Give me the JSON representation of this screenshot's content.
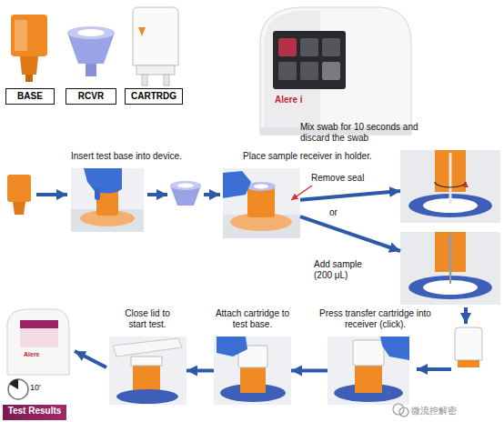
{
  "diagram": {
    "nodes": [
      {
        "text": [
          "BASE"
        ]
      },
      {
        "text": [
          "RCVR"
        ]
      },
      {
        "text": [
          "CARTRDG"
        ]
      },
      {
        "text": [
          "Insert test base into device."
        ]
      },
      {
        "text": [
          "Place sample receiver in holder."
        ]
      },
      {
        "text": [
          "Mix swab for 10 seconds and discard the swab"
        ]
      },
      {
        "text": [
          "Add sample (200 μL)"
        ]
      },
      {
        "text": [
          "Press transfer cartridge into receiver (click)."
        ]
      },
      {
        "text": [
          "Attach cartridge to test base."
        ]
      },
      {
        "text": [
          "Close lid to start test."
        ]
      },
      {
        "text": [
          "Test Results"
        ]
      }
    ],
    "edges": [
      {
        "from": 4,
        "to": 5,
        "arrow": "to"
      },
      {
        "from": 4,
        "to": 6,
        "arrow": "to"
      },
      {
        "from": 7,
        "to": 8,
        "arrow": "to"
      },
      {
        "from": 8,
        "to": 9,
        "arrow": "to"
      }
    ],
    "labels": [
      "Alere i",
      "Remove seal",
      "or",
      "Alere",
      "10'",
      "微流控解密"
    ]
  }
}
